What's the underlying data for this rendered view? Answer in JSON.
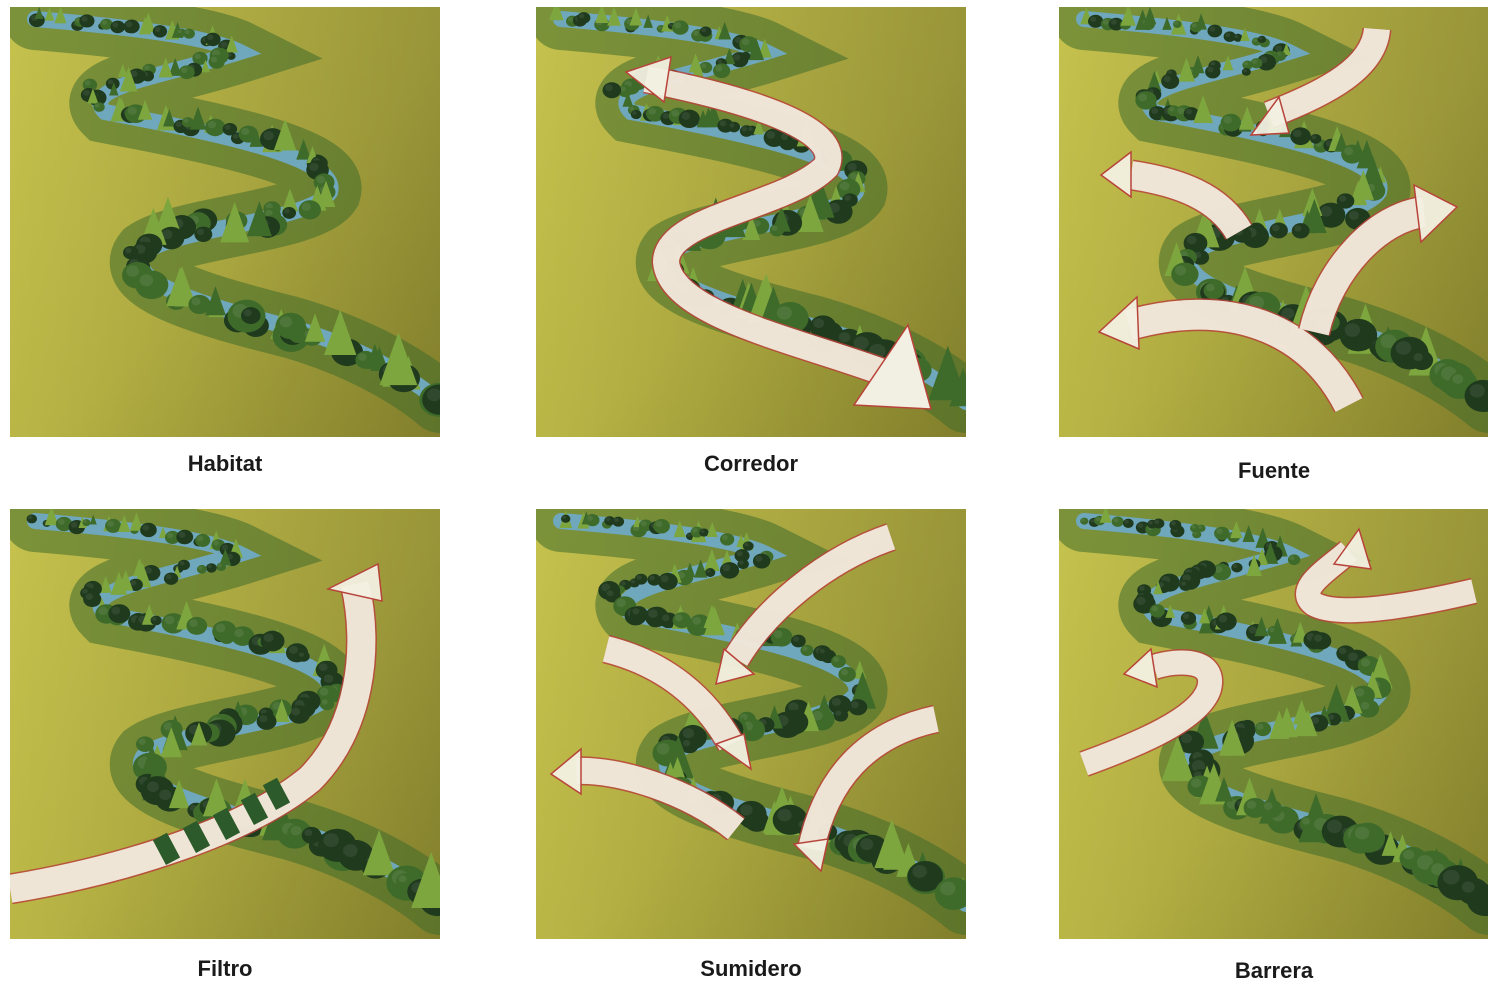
{
  "colors": {
    "field_light": "#c4c04c",
    "field_dark": "#9a9632",
    "water": "#6fa7bd",
    "tree_dark": "#1f3a1d",
    "tree_mid": "#3f6b2a",
    "tree_light": "#7ea63e",
    "arrow_fill": "#f2f0e2",
    "arrow_edge": "#b8433a",
    "filter_band": "#2c5a2a"
  },
  "panels": [
    {
      "caption": "Habitat"
    },
    {
      "caption": "Corredor"
    },
    {
      "caption": "Fuente"
    },
    {
      "caption": "Filtro"
    },
    {
      "caption": "Sumidero"
    },
    {
      "caption": "Barrera"
    }
  ]
}
